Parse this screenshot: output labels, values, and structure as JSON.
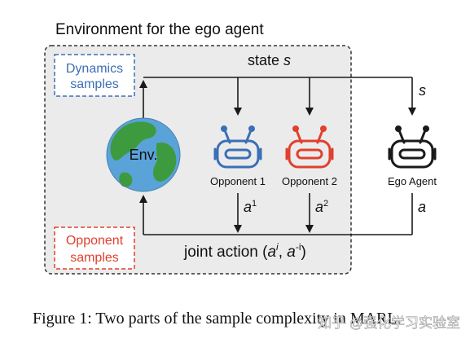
{
  "env_box": {
    "title": "Environment for the ego agent"
  },
  "dynamics_box": {
    "line1": "Dynamics",
    "line2": "samples"
  },
  "opponent_box": {
    "line1": "Opponent",
    "line2": "samples"
  },
  "state": {
    "label_prefix": "state",
    "var": "s",
    "right_var": "s"
  },
  "env_node": {
    "label": "Env."
  },
  "agents": [
    {
      "label": "Opponent 1",
      "action_var": "a",
      "action_sup": "1",
      "color": "#3b6fb6"
    },
    {
      "label": "Opponent 2",
      "action_var": "a",
      "action_sup": "2",
      "color": "#e0402e"
    },
    {
      "label": "Ego Agent",
      "action_var": "a",
      "action_sup": "",
      "color": "#1a1a1a"
    }
  ],
  "joint_action": {
    "prefix": "joint action (",
    "a1": "a",
    "sup1": "i",
    "sep": ", ",
    "a2": "a",
    "sup2": "-i",
    "suffix": ")"
  },
  "caption": "Figure 1: Two parts of the sample complexity in MARL.",
  "watermark": "知乎 @强化学习实验室",
  "colors": {
    "env_fill": "#ebebeb",
    "dynamics_blue": "#3b6fb6",
    "opponent_red": "#e0402e",
    "ocean": "#5aa3d8",
    "land": "#3e9a3e"
  }
}
